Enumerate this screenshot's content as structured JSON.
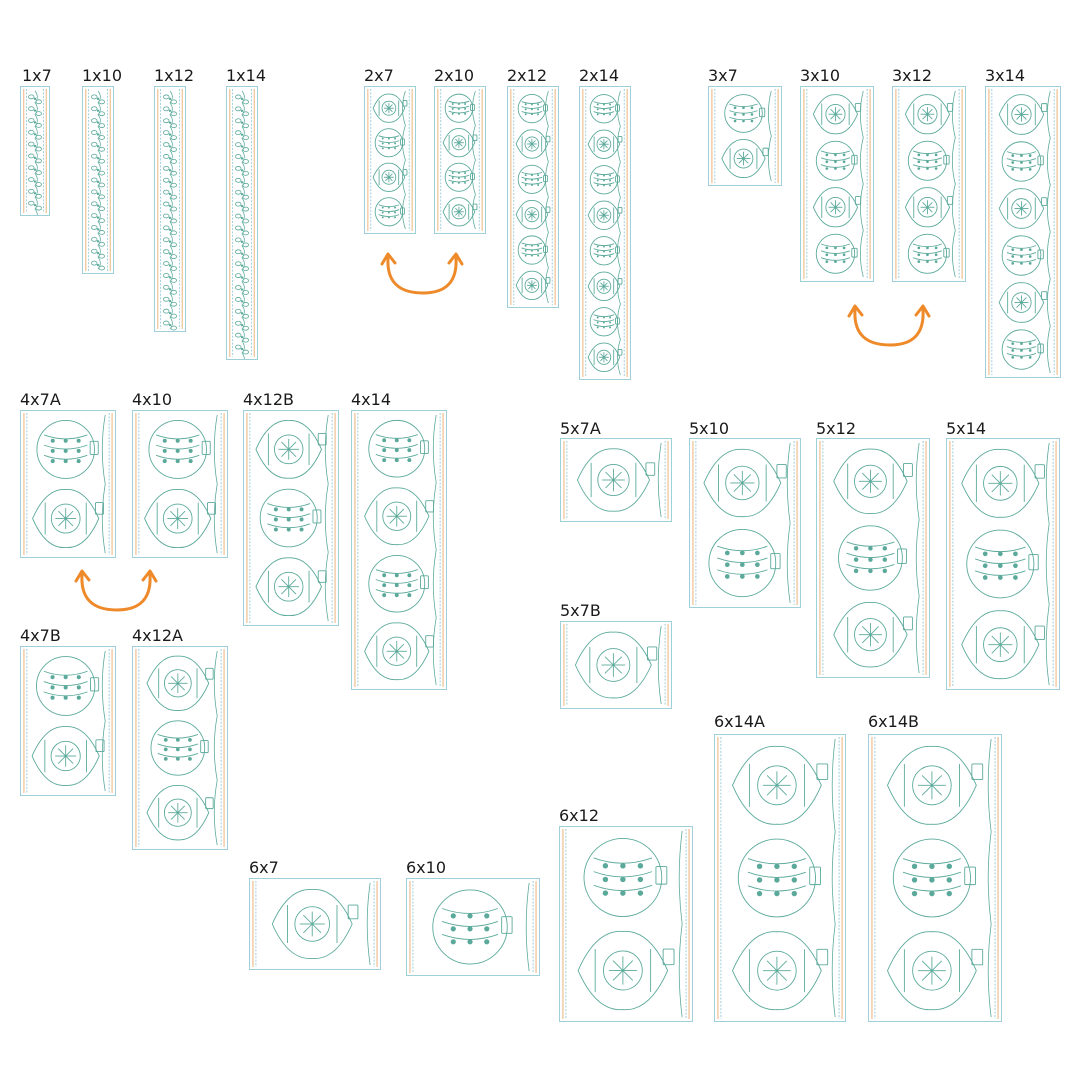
{
  "colors": {
    "motif": "#5aa99a",
    "outline": "#9fcfd8",
    "stitch_orange": "#e8a867",
    "stitch_blue": "#8fc8d8",
    "swap_arrow": "#ee8a2a",
    "label": "#1a1a1a"
  },
  "icons": {
    "swap_arrow": "curved-swap-arrow-icon",
    "ornament": "ornament-icon",
    "holly": "holly-vine-icon"
  },
  "panels": [
    {
      "id": "1x7",
      "label": "1x7",
      "motif": "holly"
    },
    {
      "id": "1x10",
      "label": "1x10",
      "motif": "holly"
    },
    {
      "id": "1x12",
      "label": "1x12",
      "motif": "holly"
    },
    {
      "id": "1x14",
      "label": "1x14",
      "motif": "holly"
    },
    {
      "id": "2x7",
      "label": "2x7",
      "motif": "ornaments",
      "count": 4
    },
    {
      "id": "2x10",
      "label": "2x10",
      "motif": "ornaments",
      "count": 4
    },
    {
      "id": "2x12",
      "label": "2x12",
      "motif": "ornaments",
      "count": 6
    },
    {
      "id": "2x14",
      "label": "2x14",
      "motif": "ornaments",
      "count": 8
    },
    {
      "id": "3x7",
      "label": "3x7",
      "motif": "ornaments",
      "count": 2
    },
    {
      "id": "3x10",
      "label": "3x10",
      "motif": "ornaments",
      "count": 4
    },
    {
      "id": "3x12",
      "label": "3x12",
      "motif": "ornaments",
      "count": 4
    },
    {
      "id": "3x14",
      "label": "3x14",
      "motif": "ornaments",
      "count": 6
    },
    {
      "id": "4x7A",
      "label": "4x7A",
      "motif": "ornaments",
      "count": 2
    },
    {
      "id": "4x10",
      "label": "4x10",
      "motif": "ornaments",
      "count": 2
    },
    {
      "id": "4x12B",
      "label": "4x12B",
      "motif": "ornaments",
      "count": 3
    },
    {
      "id": "4x14",
      "label": "4x14",
      "motif": "ornaments",
      "count": 4
    },
    {
      "id": "4x7B",
      "label": "4x7B",
      "motif": "ornaments",
      "count": 2
    },
    {
      "id": "4x12A",
      "label": "4x12A",
      "motif": "ornaments",
      "count": 3
    },
    {
      "id": "5x7A",
      "label": "5x7A",
      "motif": "ornaments",
      "count": 1
    },
    {
      "id": "5x10",
      "label": "5x10",
      "motif": "ornaments",
      "count": 2
    },
    {
      "id": "5x12",
      "label": "5x12",
      "motif": "ornaments",
      "count": 3
    },
    {
      "id": "5x14",
      "label": "5x14",
      "motif": "ornaments",
      "count": 3
    },
    {
      "id": "5x7B",
      "label": "5x7B",
      "motif": "ornaments",
      "count": 1
    },
    {
      "id": "6x14A",
      "label": "6x14A",
      "motif": "ornaments",
      "count": 3
    },
    {
      "id": "6x14B",
      "label": "6x14B",
      "motif": "ornaments",
      "count": 3
    },
    {
      "id": "6x12",
      "label": "6x12",
      "motif": "ornaments",
      "count": 2
    },
    {
      "id": "6x7",
      "label": "6x7",
      "motif": "ornaments",
      "count": 1
    },
    {
      "id": "6x10",
      "label": "6x10",
      "motif": "ornaments",
      "count": 1
    }
  ],
  "swap_arrows": [
    {
      "id": "swap-2x7-2x10",
      "between": [
        "2x7",
        "2x10"
      ]
    },
    {
      "id": "swap-3x10-3x12",
      "between": [
        "3x10",
        "3x12"
      ]
    },
    {
      "id": "swap-4x7A-4x10",
      "between": [
        "4x7A",
        "4x10"
      ]
    }
  ]
}
